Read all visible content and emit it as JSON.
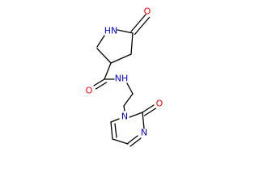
{
  "colors": {
    "bond": "#000000",
    "oxygen": "#ff0000",
    "nitrogen": "#0000ff"
  },
  "atoms": {
    "o_lactam": "O",
    "nh_ring": "HN",
    "o_amide": "O",
    "nh_amide": "NH",
    "n_pyrimidine_1": "N",
    "o_pyrimidinone": "O",
    "n_pyrimidine_3": "N"
  }
}
